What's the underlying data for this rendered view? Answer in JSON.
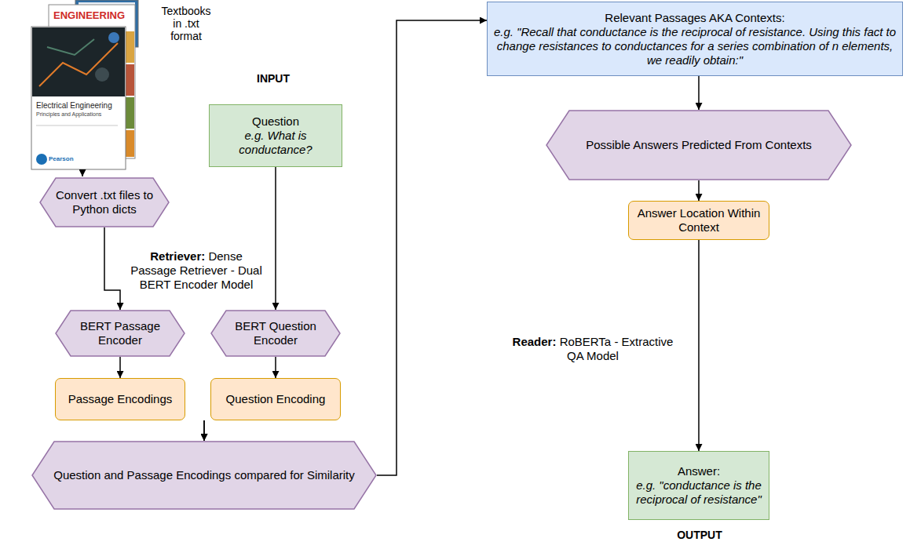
{
  "diagram": {
    "nodes": [
      {
        "text": [
          "Question",
          "e.g. What is conductance?"
        ]
      },
      {
        "text": [
          "Convert .txt files to Python dicts"
        ]
      },
      {
        "text": [
          "Retriever:",
          "Dense Passage Retriever - Dual BERT Encoder Model"
        ]
      },
      {
        "text": [
          "BERT Passage Encoder"
        ],
        "in": 2
      },
      {
        "text": [
          "BERT Question Encoder"
        ],
        "in": 2
      },
      {
        "text": [
          "Passage Encodings"
        ],
        "in": 2
      },
      {
        "text": [
          "Question Encoding"
        ],
        "in": 2
      },
      {
        "text": [
          "Question and Passage Encodings compared for Similarity"
        ],
        "in": 2
      },
      {
        "text": [
          "Relevant Passages AKA Contexts:",
          "e.g. \"Recall that conductance is the reciprocal of resistance. Using this fact to change resistances to conductances for a series combination of n elements, we readily obtain:\""
        ]
      },
      {
        "text": [
          "Reader:",
          "RoBERTa - Extractive QA Model"
        ]
      },
      {
        "text": [
          "Possible Answers Predicted From Contexts"
        ],
        "in": 9
      },
      {
        "text": [
          "Answer Location Within Context"
        ],
        "in": 9
      },
      {
        "text": [
          "Answer:",
          "e.g. \"conductance is the reciprocal of resistance\""
        ]
      }
    ],
    "edges": [
      {
        "from": 1,
        "to": 3,
        "arrow": "to"
      },
      {
        "from": 0,
        "to": 4,
        "arrow": "to"
      },
      {
        "from": 3,
        "to": 5,
        "arrow": "to"
      },
      {
        "from": 4,
        "to": 6,
        "arrow": "to"
      },
      {
        "from": 5,
        "to": 7,
        "arrow": "to"
      },
      {
        "from": 6,
        "to": 7,
        "arrow": "to"
      },
      {
        "from": 7,
        "to": 8,
        "arrow": "to"
      },
      {
        "from": 8,
        "to": 10,
        "arrow": "to"
      },
      {
        "from": 10,
        "to": 11,
        "arrow": "to"
      },
      {
        "from": 11,
        "to": 12,
        "arrow": "to"
      }
    ],
    "labels": [
      "ENGINEERING",
      "Electrical Engineering",
      "Principles and Applications",
      "Pearson",
      "Textbooks in .txt format",
      "INPUT",
      "OUTPUT"
    ]
  }
}
